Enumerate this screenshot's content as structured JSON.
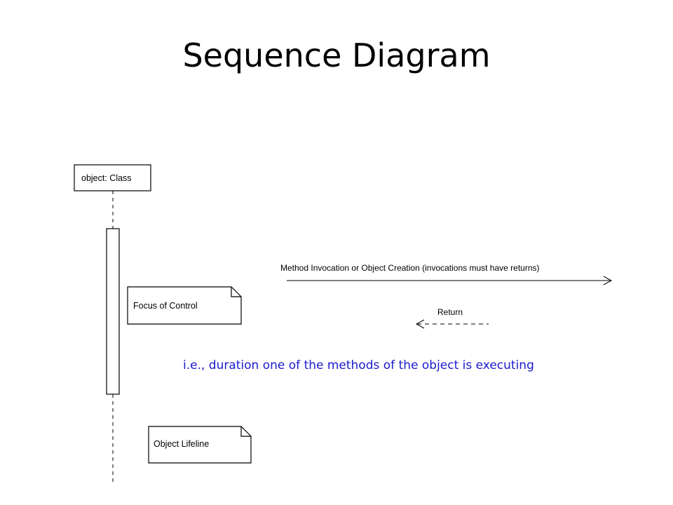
{
  "slide": {
    "title": "Sequence Diagram",
    "caption": "i.e., duration one of the methods of the object is executing",
    "caption_color": "#1a1acc"
  },
  "diagram": {
    "object_box_label": "object: Class",
    "focus_of_control_note": "Focus of Control",
    "object_lifeline_note": "Object Lifeline",
    "method_invocation_label": "Method Invocation or Object Creation (invocations must have returns)",
    "return_label": "Return"
  }
}
